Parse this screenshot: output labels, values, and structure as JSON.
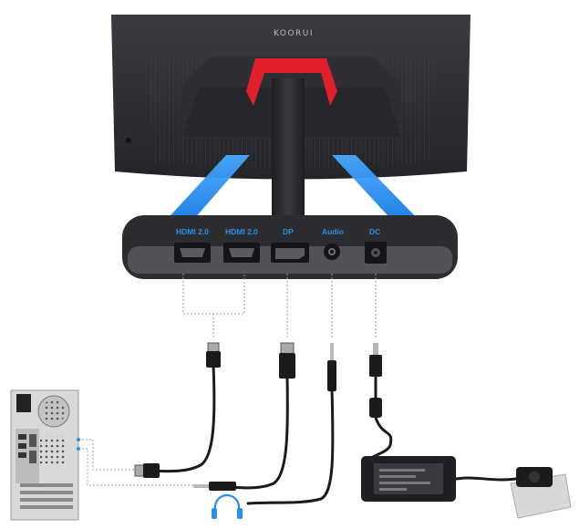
{
  "monitor": {
    "brand": "KOORUI",
    "ports": [
      {
        "label": "HDMI 2.0"
      },
      {
        "label": "HDMI 2.0"
      },
      {
        "label": "DP"
      },
      {
        "label": "Audio"
      },
      {
        "label": "DC"
      }
    ]
  },
  "cables": [
    "hdmi-cable",
    "displayport-cable",
    "audio-cable",
    "dc-power-cable"
  ],
  "devices": [
    "pc-tower",
    "headphones",
    "power-adapter",
    "power-plug"
  ],
  "colors": {
    "accent_red": "#e0202a",
    "callout_blue": "#1e8be8",
    "port_label_blue": "#2a8fe6",
    "monitor_dark": "#2a2b2f",
    "panel_dark": "#2c2d31"
  }
}
